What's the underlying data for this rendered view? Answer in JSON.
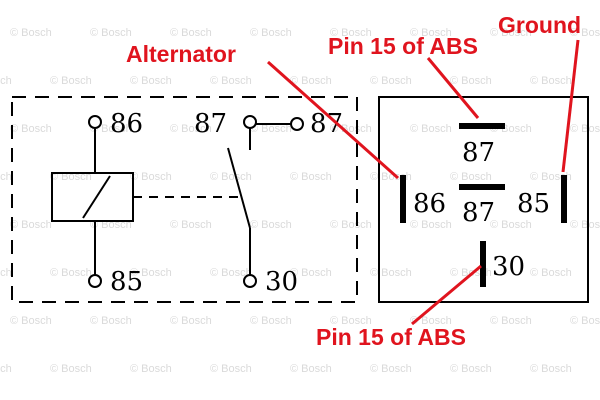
{
  "watermark": "© Bosch",
  "colors": {
    "annotation": "#e0141e",
    "line": "#000000",
    "watermark": "#dadada"
  },
  "schematic": {
    "terminal_86": "86",
    "terminal_87": "87",
    "terminal_87a": "87",
    "terminal_85": "85",
    "terminal_30": "30"
  },
  "socket": {
    "pin_87_top": "87",
    "pin_86": "86",
    "pin_87_center": "87",
    "pin_85": "85",
    "pin_30": "30"
  },
  "annotations": {
    "alternator": "Alternator",
    "pin15_top": "Pin 15 of ABS",
    "ground": "Ground",
    "pin15_bottom": "Pin 15 of ABS"
  }
}
